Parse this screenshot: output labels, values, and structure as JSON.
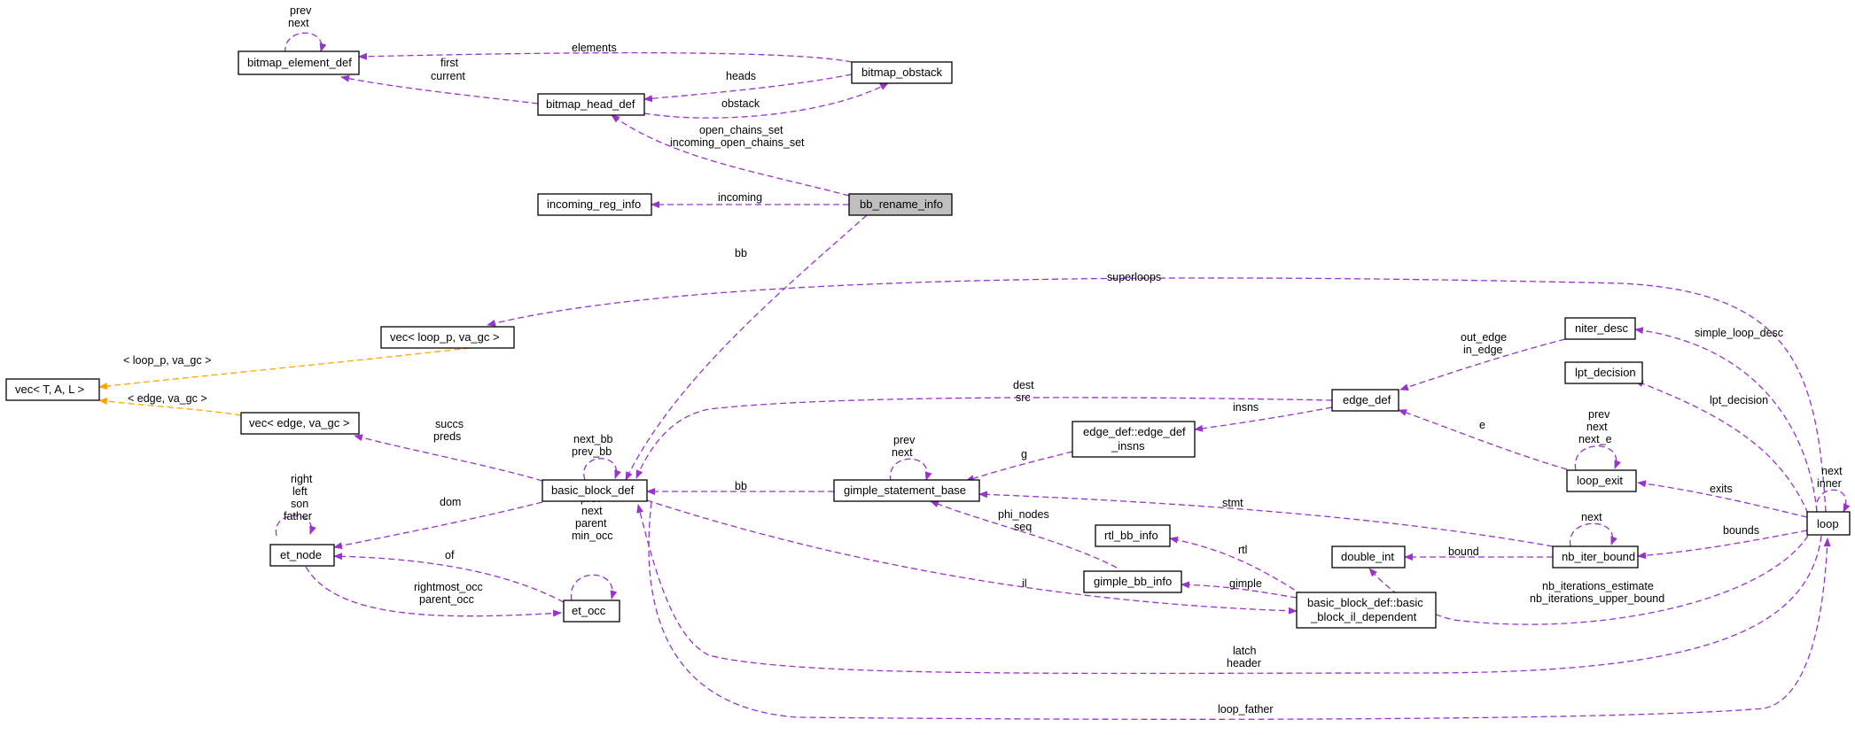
{
  "nodes": {
    "bitmap_element_def": "bitmap_element_def",
    "bitmap_obstack": "bitmap_obstack",
    "bitmap_head_def": "bitmap_head_def",
    "incoming_reg_info": "incoming_reg_info",
    "bb_rename_info": "bb_rename_info",
    "vec_loop_p": "vec< loop_p, va_gc >",
    "vec_T": "vec< T, A, L >",
    "vec_edge": "vec< edge, va_gc >",
    "basic_block_def": "basic_block_def",
    "et_node": "et_node",
    "et_occ": "et_occ",
    "gimple_statement_base": "gimple_statement_base",
    "edge_def_insns_1": "edge_def::edge_def",
    "edge_def_insns_2": "_insns",
    "edge_def": "edge_def",
    "rtl_bb_info": "rtl_bb_info",
    "gimple_bb_info": "gimple_bb_info",
    "bb_il_dep_1": "basic_block_def::basic",
    "bb_il_dep_2": "_block_il_dependent",
    "double_int": "double_int",
    "nb_iter_bound": "nb_iter_bound",
    "niter_desc": "niter_desc",
    "lpt_decision": "lpt_decision",
    "loop_exit": "loop_exit",
    "loop": "loop"
  },
  "labels": {
    "bed_prev": "prev",
    "bed_next": "next",
    "elements": "elements",
    "first": "first",
    "current": "current",
    "heads": "heads",
    "obstack": "obstack",
    "open_chains_set": "open_chains_set",
    "incoming_open_chains_set": "incoming_open_chains_set",
    "incoming": "incoming",
    "bb1": "bb",
    "superloops": "superloops",
    "loop_p_va_gc": "< loop_p, va_gc >",
    "edge_va_gc": "< edge, va_gc >",
    "succs": "succs",
    "preds": "preds",
    "next_bb": "next_bb",
    "prev_bb": "prev_bb",
    "dest": "dest",
    "src": "src",
    "out_edge": "out_edge",
    "in_edge": "in_edge",
    "simple_loop_desc": "simple_loop_desc",
    "lpt_decision_lbl": "lpt_decision",
    "insns": "insns",
    "gsb_prev": "prev",
    "gsb_next": "next",
    "g": "g",
    "e": "e",
    "le_prev": "prev",
    "le_next": "next",
    "le_next_e": "next_e",
    "loop_next": "next",
    "loop_inner": "inner",
    "exits": "exits",
    "et_right": "right",
    "et_left": "left",
    "et_son": "son",
    "et_father": "father",
    "dom": "dom",
    "bb2": "bb",
    "stmt": "stmt",
    "nib_next": "next",
    "bounds": "bounds",
    "phi_nodes": "phi_nodes",
    "seq": "seq",
    "occ_prev": "prev",
    "occ_next": "next",
    "occ_parent": "parent",
    "occ_min_occ": "min_occ",
    "of": "of",
    "rtl": "rtl",
    "bound": "bound",
    "rightmost_occ": "rightmost_occ",
    "parent_occ": "parent_occ",
    "gimple": "gimple",
    "il": "il",
    "nb_iterations_estimate": "nb_iterations_estimate",
    "nb_iterations_upper_bound": "nb_iterations_upper_bound",
    "latch": "latch",
    "header": "header",
    "loop_father": "loop_father"
  },
  "colors": {
    "usage_edge": "#9a32cd",
    "template_edge": "#ffa500",
    "highlight_fill": "#bfbfbf"
  }
}
